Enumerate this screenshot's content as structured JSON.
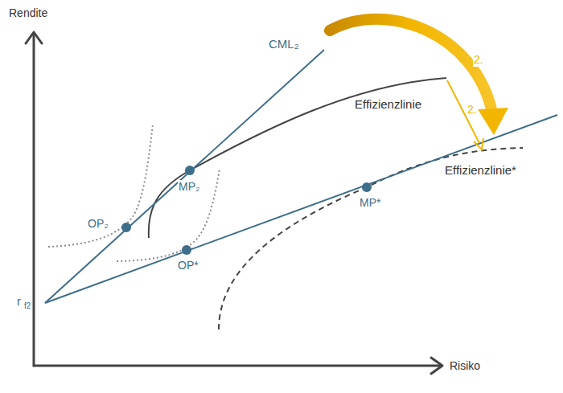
{
  "diagram": {
    "labels": [
      "Rendite",
      "Risiko",
      "CML₂",
      "Effizienzlinie",
      "Effizienzlinie*",
      "MP₂",
      "MP*",
      "OP₂",
      "OP*",
      "r",
      "f2",
      "2.",
      "2."
    ]
  }
}
